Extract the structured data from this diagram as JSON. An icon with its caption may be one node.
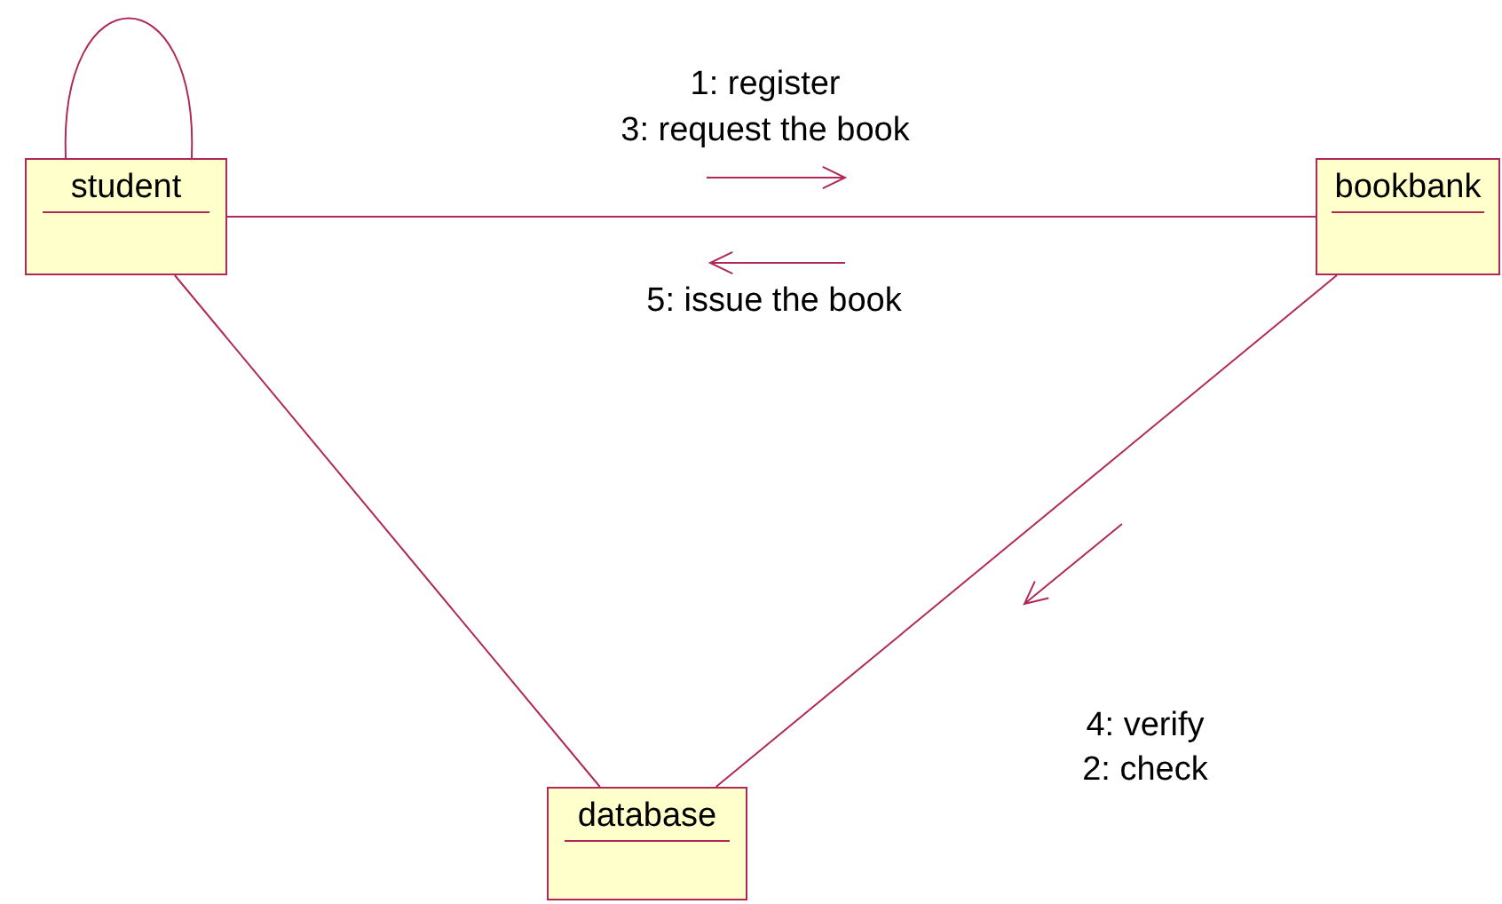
{
  "diagram": {
    "nodes": [
      {
        "text": [
          "student"
        ]
      },
      {
        "text": [
          "bookbank"
        ]
      },
      {
        "text": [
          "database"
        ]
      }
    ],
    "edges": [
      {
        "from": 0,
        "to": 0,
        "arrow": "none"
      },
      {
        "from": 0,
        "to": 1,
        "arrow": "none"
      },
      {
        "from": 0,
        "to": 2,
        "arrow": "none"
      },
      {
        "from": 1,
        "to": 2,
        "arrow": "none"
      }
    ],
    "labels": [
      "1: register",
      "3: request the book",
      "5: issue the book",
      "4: verify",
      "2: check"
    ]
  }
}
